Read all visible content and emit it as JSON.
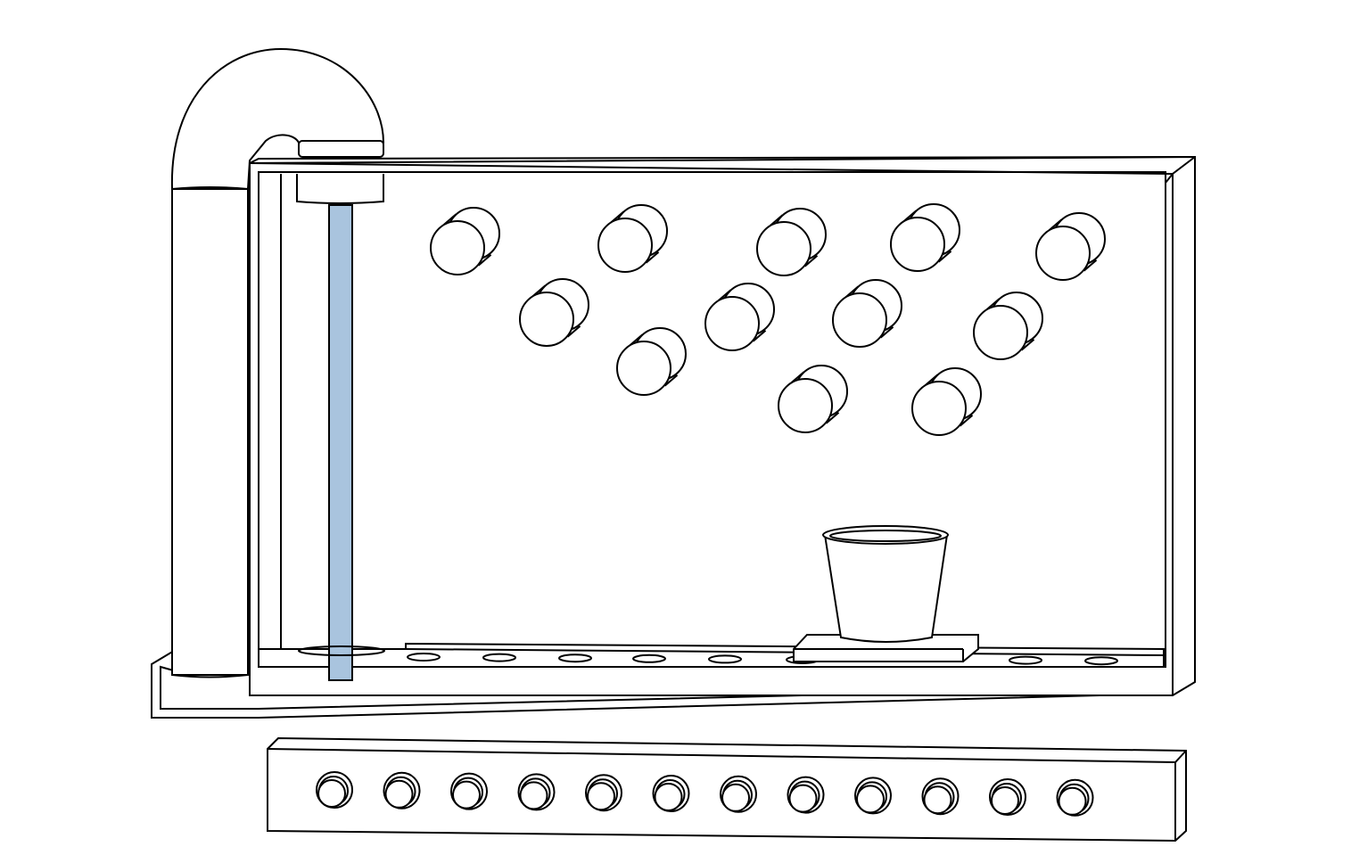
{
  "diagram": {
    "peg_count": 12,
    "button_count": 12,
    "drain_hole_count": 10
  },
  "colors": {
    "line": "#000000",
    "fill": "#ffffff",
    "water": "#a9c4de"
  }
}
